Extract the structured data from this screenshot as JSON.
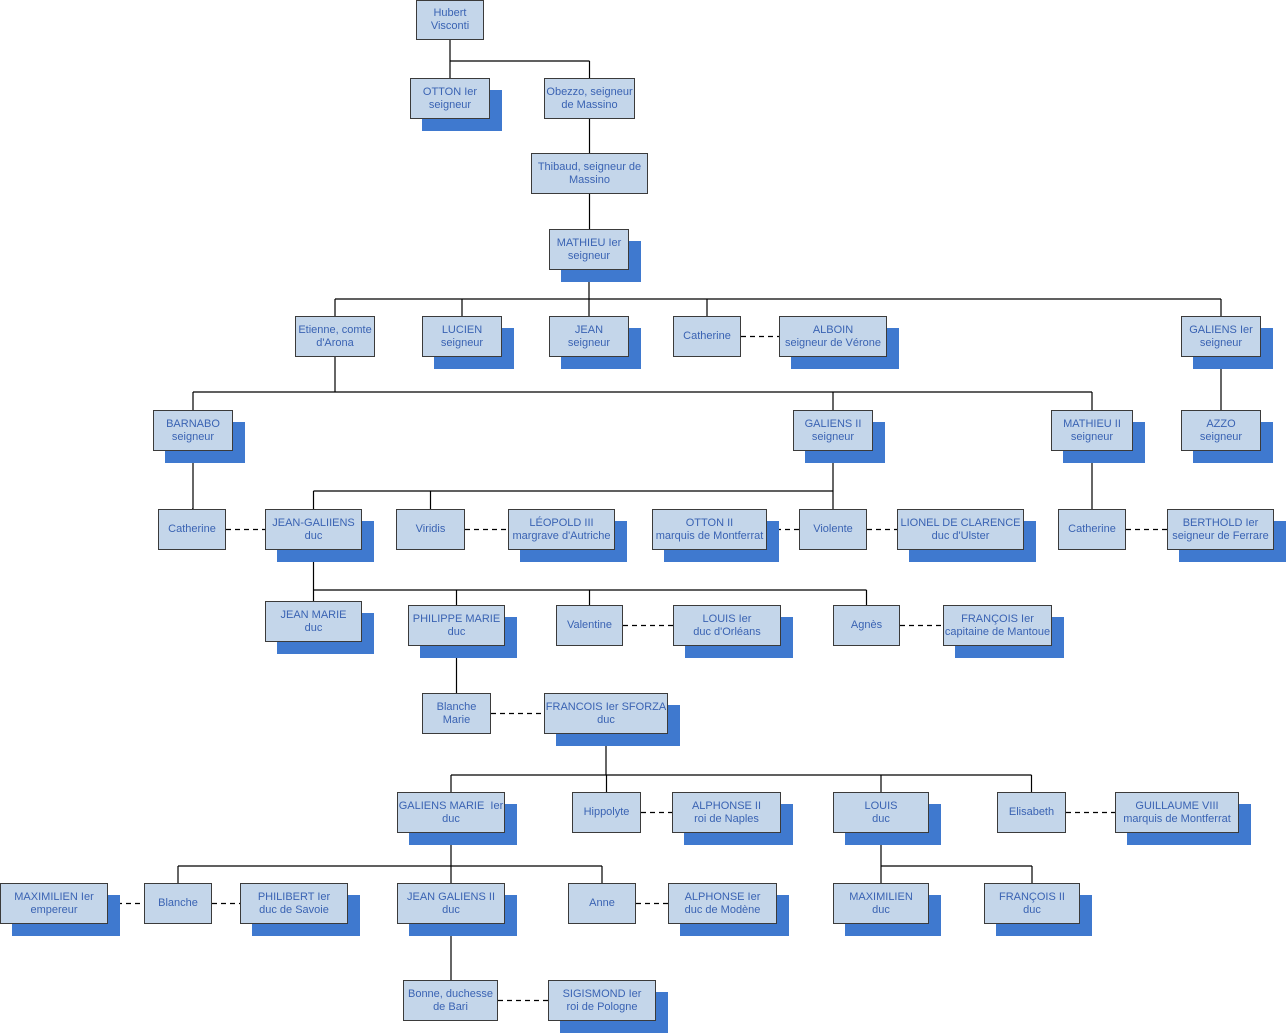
{
  "nodes": [
    {
      "id": "hubert",
      "lines": [
        "Hubert",
        "Visconti"
      ],
      "shadow": false
    },
    {
      "id": "otton1",
      "lines": [
        "OTTON Ier",
        "seigneur"
      ],
      "shadow": true
    },
    {
      "id": "obezzo",
      "lines": [
        "Obezzo, seigneur",
        "de Massino"
      ],
      "shadow": false
    },
    {
      "id": "thibaud",
      "lines": [
        "Thibaud, seigneur de",
        "Massino"
      ],
      "shadow": false
    },
    {
      "id": "mathieu1",
      "lines": [
        "MATHIEU Ier",
        "seigneur"
      ],
      "shadow": true
    },
    {
      "id": "etienne",
      "lines": [
        "Etienne, comte",
        "d'Arona"
      ],
      "shadow": false
    },
    {
      "id": "lucien",
      "lines": [
        "LUCIEN",
        "seigneur"
      ],
      "shadow": true
    },
    {
      "id": "jean",
      "lines": [
        "JEAN",
        "seigneur"
      ],
      "shadow": true
    },
    {
      "id": "catherine1",
      "lines": [
        "Catherine"
      ],
      "shadow": false
    },
    {
      "id": "alboin",
      "lines": [
        "ALBOIN",
        "seigneur de Vérone"
      ],
      "shadow": true
    },
    {
      "id": "galiens1",
      "lines": [
        "GALIENS Ier",
        "seigneur"
      ],
      "shadow": true
    },
    {
      "id": "barnabo",
      "lines": [
        "BARNABO",
        "seigneur"
      ],
      "shadow": true
    },
    {
      "id": "galiens2",
      "lines": [
        "GALIENS II",
        "seigneur"
      ],
      "shadow": true
    },
    {
      "id": "mathieu2",
      "lines": [
        "MATHIEU II",
        "seigneur"
      ],
      "shadow": true
    },
    {
      "id": "azzo",
      "lines": [
        "AZZO",
        "seigneur"
      ],
      "shadow": true
    },
    {
      "id": "catherine2",
      "lines": [
        "Catherine"
      ],
      "shadow": false
    },
    {
      "id": "jeangaliiens",
      "lines": [
        "JEAN-GALIIENS",
        "duc"
      ],
      "shadow": true
    },
    {
      "id": "viridis",
      "lines": [
        "Viridis"
      ],
      "shadow": false
    },
    {
      "id": "leopold",
      "lines": [
        "LÉOPOLD III",
        "margrave d'Autriche"
      ],
      "shadow": true
    },
    {
      "id": "otton2",
      "lines": [
        "OTTON II",
        "marquis de Montferrat"
      ],
      "shadow": true
    },
    {
      "id": "violente",
      "lines": [
        "Violente"
      ],
      "shadow": false
    },
    {
      "id": "lionel",
      "lines": [
        "LIONEL DE CLARENCE",
        "duc d'Ulster"
      ],
      "shadow": true
    },
    {
      "id": "catherine3",
      "lines": [
        "Catherine"
      ],
      "shadow": false
    },
    {
      "id": "berthold",
      "lines": [
        "BERTHOLD Ier",
        "seigneur de Ferrare"
      ],
      "shadow": true
    },
    {
      "id": "jeanmarie",
      "lines": [
        "JEAN MARIE",
        "duc"
      ],
      "shadow": true
    },
    {
      "id": "philippemarie",
      "lines": [
        "PHILIPPE MARIE",
        "duc"
      ],
      "shadow": true
    },
    {
      "id": "valentine",
      "lines": [
        "Valentine"
      ],
      "shadow": false
    },
    {
      "id": "louis1",
      "lines": [
        "LOUIS Ier",
        "duc d'Orléans"
      ],
      "shadow": true
    },
    {
      "id": "agnes",
      "lines": [
        "Agnès"
      ],
      "shadow": false
    },
    {
      "id": "francois1mantoue",
      "lines": [
        "FRANÇOIS Ier",
        "capitaine de Mantoue"
      ],
      "shadow": true
    },
    {
      "id": "blanchemarie",
      "lines": [
        "Blanche",
        "Marie"
      ],
      "shadow": false
    },
    {
      "id": "francoissforza",
      "lines": [
        "FRANCOIS Ier SFORZA",
        "duc"
      ],
      "shadow": true
    },
    {
      "id": "galiensmarie",
      "lines": [
        "GALIENS MARIE  Ier",
        "duc"
      ],
      "shadow": true
    },
    {
      "id": "hippolyte",
      "lines": [
        "Hippolyte"
      ],
      "shadow": false
    },
    {
      "id": "alphonse2",
      "lines": [
        "ALPHONSE II",
        "roi de Naples"
      ],
      "shadow": true
    },
    {
      "id": "louisduc",
      "lines": [
        "LOUIS",
        "duc"
      ],
      "shadow": true
    },
    {
      "id": "elisabeth",
      "lines": [
        "Elisabeth"
      ],
      "shadow": false
    },
    {
      "id": "guillaume",
      "lines": [
        "GUILLAUME VIII",
        "marquis de Montferrat"
      ],
      "shadow": true
    },
    {
      "id": "maximilien1",
      "lines": [
        "MAXIMILIEN Ier",
        "empereur"
      ],
      "shadow": true
    },
    {
      "id": "blanche",
      "lines": [
        "Blanche"
      ],
      "shadow": false
    },
    {
      "id": "philibert",
      "lines": [
        "PHILIBERT Ier",
        "duc de Savoie"
      ],
      "shadow": true
    },
    {
      "id": "jeangaliens2",
      "lines": [
        "JEAN GALIENS II",
        "duc"
      ],
      "shadow": true
    },
    {
      "id": "anne",
      "lines": [
        "Anne"
      ],
      "shadow": false
    },
    {
      "id": "alphonse1",
      "lines": [
        "ALPHONSE Ier",
        "duc de Modène"
      ],
      "shadow": true
    },
    {
      "id": "maximilienduc",
      "lines": [
        "MAXIMILIEN",
        "duc"
      ],
      "shadow": true
    },
    {
      "id": "francois2",
      "lines": [
        "FRANÇOIS II",
        "duc"
      ],
      "shadow": true
    },
    {
      "id": "bonne",
      "lines": [
        "Bonne, duchesse",
        "de Bari"
      ],
      "shadow": false
    },
    {
      "id": "sigismond",
      "lines": [
        "SIGISMOND Ier",
        "roi de Pologne"
      ],
      "shadow": true
    }
  ],
  "descent": [
    [
      "hubert",
      [
        "otton1",
        "obezzo"
      ]
    ],
    [
      "obezzo",
      [
        "thibaud"
      ]
    ],
    [
      "thibaud",
      [
        "mathieu1"
      ]
    ],
    [
      "mathieu1",
      [
        "etienne",
        "lucien",
        "jean",
        "catherine1",
        "galiens1"
      ]
    ],
    [
      "etienne",
      [
        "barnabo",
        "galiens2",
        "mathieu2"
      ]
    ],
    [
      "galiens1",
      [
        "azzo"
      ]
    ],
    [
      "barnabo",
      [
        "catherine2"
      ]
    ],
    [
      "galiens2",
      [
        "jeangaliiens",
        "viridis",
        "violente"
      ]
    ],
    [
      "mathieu2",
      [
        "catherine3"
      ]
    ],
    [
      "jeangaliiens",
      [
        "jeanmarie",
        "philippemarie",
        "valentine",
        "agnes"
      ]
    ],
    [
      "philippemarie",
      [
        "blanchemarie"
      ]
    ],
    [
      "francoissforza",
      [
        "galiensmarie",
        "hippolyte",
        "louisduc",
        "elisabeth"
      ]
    ],
    [
      "galiensmarie",
      [
        "blanche",
        "jeangaliens2",
        "anne"
      ]
    ],
    [
      "louisduc",
      [
        "maximilienduc",
        "francois2"
      ]
    ],
    [
      "jeangaliens2",
      [
        "bonne"
      ]
    ]
  ],
  "unions": [
    [
      "catherine1",
      "alboin"
    ],
    [
      "catherine2",
      "jeangaliiens"
    ],
    [
      "viridis",
      "leopold"
    ],
    [
      "otton2",
      "violente"
    ],
    [
      "violente",
      "lionel"
    ],
    [
      "catherine3",
      "berthold"
    ],
    [
      "valentine",
      "louis1"
    ],
    [
      "agnes",
      "francois1mantoue"
    ],
    [
      "blanchemarie",
      "francoissforza"
    ],
    [
      "hippolyte",
      "alphonse2"
    ],
    [
      "elisabeth",
      "guillaume"
    ],
    [
      "maximilien1",
      "blanche"
    ],
    [
      "blanche",
      "philibert"
    ],
    [
      "anne",
      "alphonse1"
    ],
    [
      "bonne",
      "sigismond"
    ]
  ],
  "colors": {
    "box": "#c4d6ea",
    "shadow": "#3f79cf",
    "text": "#3a63b3",
    "border": "#3b3b3b",
    "line": "#000000"
  }
}
